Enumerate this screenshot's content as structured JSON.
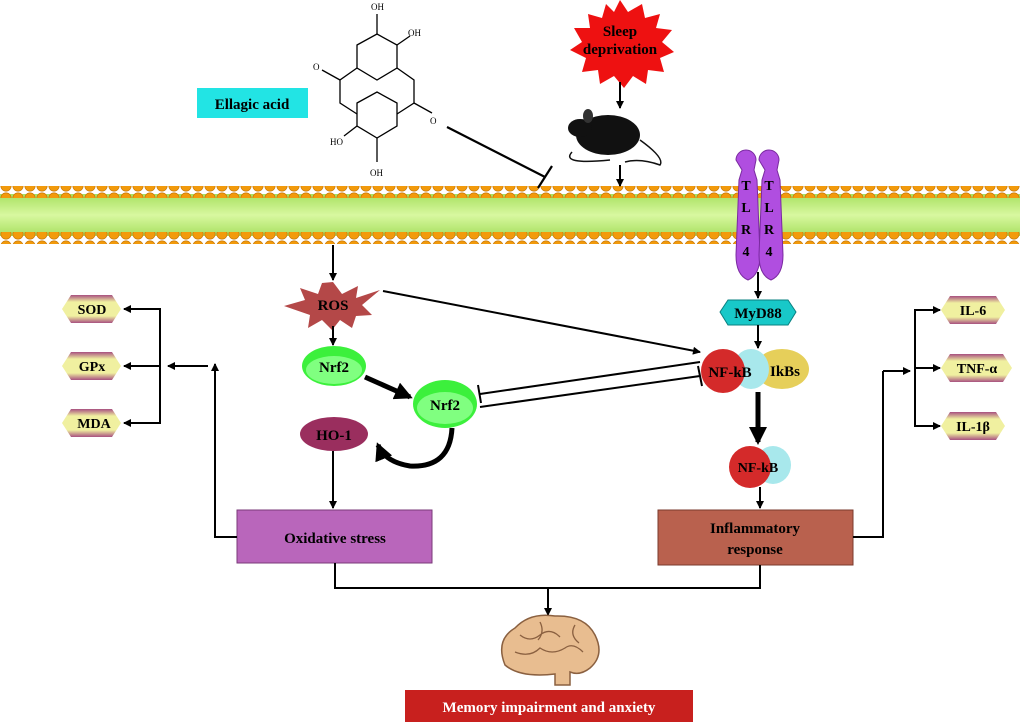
{
  "drug": {
    "label": "Ellagic acid",
    "color": "#22e4e4"
  },
  "stimulus": {
    "line1": "Sleep",
    "line2": "deprivation",
    "color": "#ee1111"
  },
  "receptor": {
    "letters": [
      "T",
      "L",
      "R",
      "4"
    ],
    "color": "#b04ee0"
  },
  "adaptor": {
    "label": "MyD88",
    "color": "#18c8c8"
  },
  "nfkb_complex": {
    "nfkb": "NF-kB",
    "ikbs": "IkBs"
  },
  "nfkb_active": {
    "label": "NF-kB"
  },
  "ros": {
    "label": "ROS",
    "color": "#b44848"
  },
  "nrf2": {
    "label": "Nrf2",
    "label_nuclear": "Nrf2",
    "color": "#3cf03c"
  },
  "ho1": {
    "label": "HO-1",
    "color": "#9a2e5e"
  },
  "oxidative_stress": {
    "label": "Oxidative stress",
    "color": "#b966bb"
  },
  "inflammatory_response": {
    "line1": "Inflammatory",
    "line2": "response",
    "color": "#b9614e"
  },
  "oxidative_markers": [
    "SOD",
    "GPx",
    "MDA"
  ],
  "cytokines": [
    "IL-6",
    "TNF-α",
    "IL-1β"
  ],
  "outcome": {
    "label": "Memory impairment and anxiety",
    "color": "#c8201e"
  }
}
